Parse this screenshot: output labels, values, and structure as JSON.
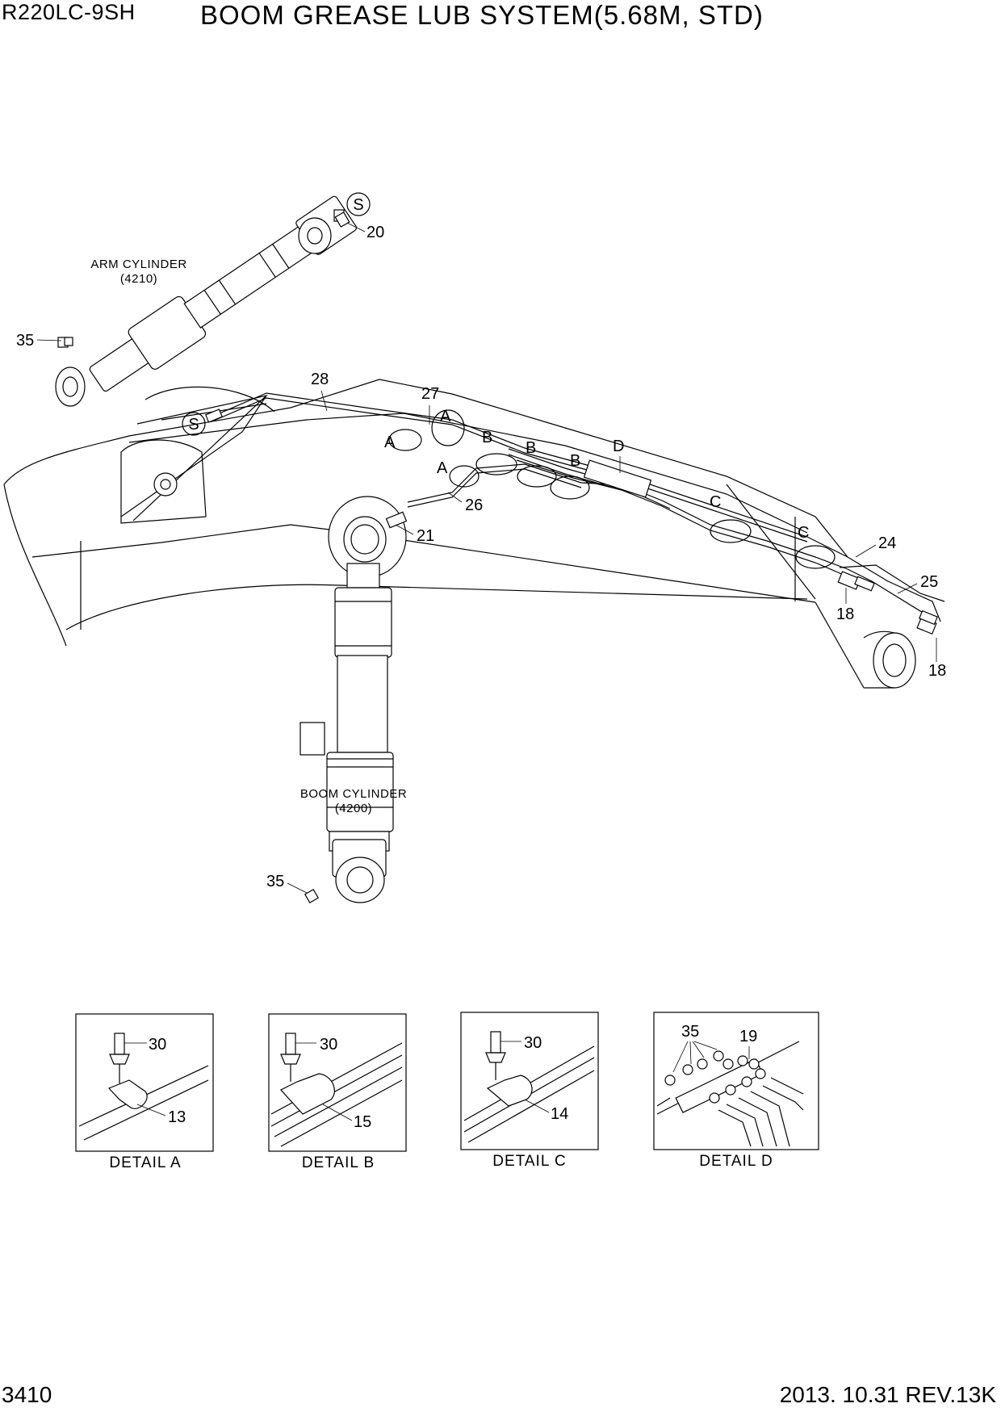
{
  "header": {
    "model": "R220LC-9SH",
    "title": "BOOM GREASE LUB SYSTEM(5.68M, STD)"
  },
  "footer": {
    "page_number": "3410",
    "date_rev": "2013. 10.31  REV.13K"
  },
  "components": {
    "arm_cylinder": {
      "name": "ARM CYLINDER",
      "code": "(4210)"
    },
    "boom_cylinder": {
      "name": "BOOM CYLINDER",
      "code": "(4200)"
    }
  },
  "callouts": {
    "c20": "20",
    "s_top": "S",
    "c35_arm": "35",
    "c28": "28",
    "c27": "27",
    "s_left": "S",
    "a1": "A",
    "a2": "A",
    "a3": "A",
    "b1": "B",
    "b2": "B",
    "b3": "B",
    "d1": "D",
    "c26": "26",
    "c21": "21",
    "c1": "C",
    "c2": "C",
    "c24": "24",
    "c25": "25",
    "c18a": "18",
    "c18b": "18",
    "c35_boom": "35"
  },
  "details": [
    {
      "caption": "DETAIL  A",
      "bolt": "30",
      "part": "13"
    },
    {
      "caption": "DETAIL  B",
      "bolt": "30",
      "part": "15"
    },
    {
      "caption": "DETAIL  C",
      "bolt": "30",
      "part": "14"
    },
    {
      "caption": "DETAIL  D",
      "fittings": "35",
      "part": "19"
    }
  ]
}
